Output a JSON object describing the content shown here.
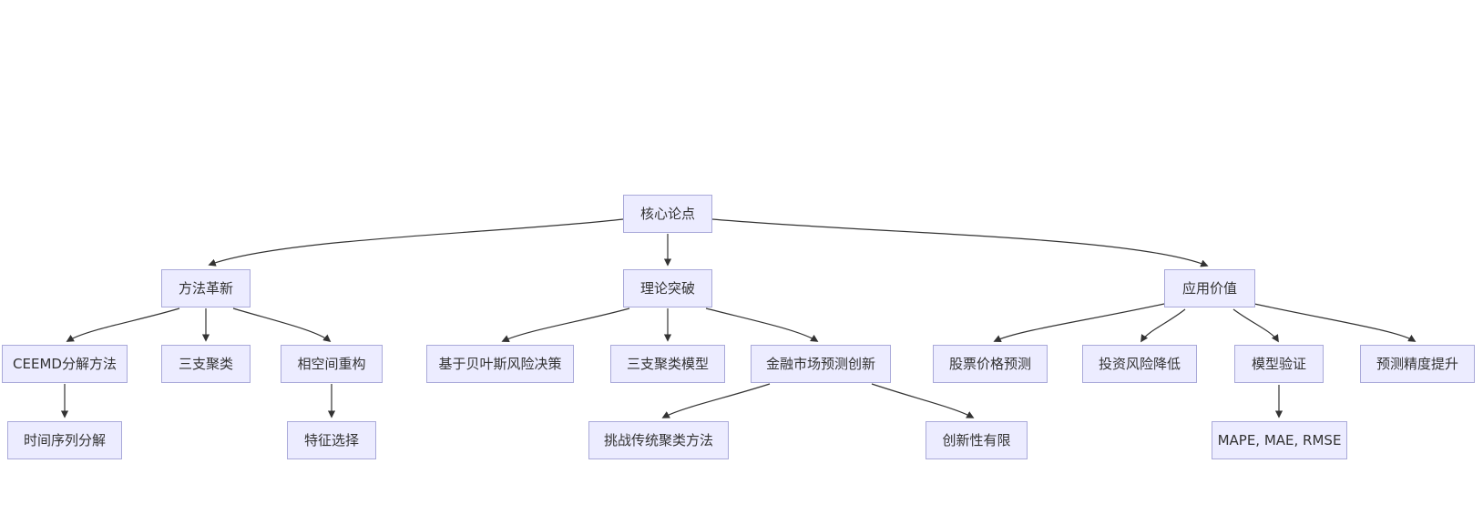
{
  "diagram": {
    "type": "flowchart",
    "direction": "top-down",
    "colors": {
      "background": "#ffffff",
      "node_fill": "#ececff",
      "node_border": "#a9a9d9",
      "edge": "#333333",
      "text": "#333333"
    },
    "nodes": {
      "core": {
        "label": "核心论点"
      },
      "method": {
        "label": "方法革新"
      },
      "theory": {
        "label": "理论突破"
      },
      "application": {
        "label": "应用价值"
      },
      "ceemd": {
        "label": "CEEMD分解方法"
      },
      "three_way": {
        "label": "三支聚类"
      },
      "phase_space": {
        "label": "相空间重构"
      },
      "bayesian": {
        "label": "基于贝叶斯风险决策"
      },
      "three_way_model": {
        "label": "三支聚类模型"
      },
      "financial": {
        "label": "金融市场预测创新"
      },
      "stock": {
        "label": "股票价格预测"
      },
      "risk": {
        "label": "投资风险降低"
      },
      "validation": {
        "label": "模型验证"
      },
      "accuracy": {
        "label": "预测精度提升"
      },
      "ts_decomp": {
        "label": "时间序列分解"
      },
      "feature": {
        "label": "特征选择"
      },
      "challenge": {
        "label": "挑战传统聚类方法"
      },
      "limited": {
        "label": "创新性有限"
      },
      "metrics": {
        "label": "MAPE, MAE, RMSE"
      }
    },
    "edges": [
      {
        "from": "core",
        "to": "method"
      },
      {
        "from": "core",
        "to": "theory"
      },
      {
        "from": "core",
        "to": "application"
      },
      {
        "from": "method",
        "to": "ceemd"
      },
      {
        "from": "method",
        "to": "three_way"
      },
      {
        "from": "method",
        "to": "phase_space"
      },
      {
        "from": "ceemd",
        "to": "ts_decomp"
      },
      {
        "from": "phase_space",
        "to": "feature"
      },
      {
        "from": "theory",
        "to": "bayesian"
      },
      {
        "from": "theory",
        "to": "three_way_model"
      },
      {
        "from": "theory",
        "to": "financial"
      },
      {
        "from": "financial",
        "to": "challenge"
      },
      {
        "from": "financial",
        "to": "limited"
      },
      {
        "from": "application",
        "to": "stock"
      },
      {
        "from": "application",
        "to": "risk"
      },
      {
        "from": "application",
        "to": "validation"
      },
      {
        "from": "application",
        "to": "accuracy"
      },
      {
        "from": "validation",
        "to": "metrics"
      }
    ]
  }
}
